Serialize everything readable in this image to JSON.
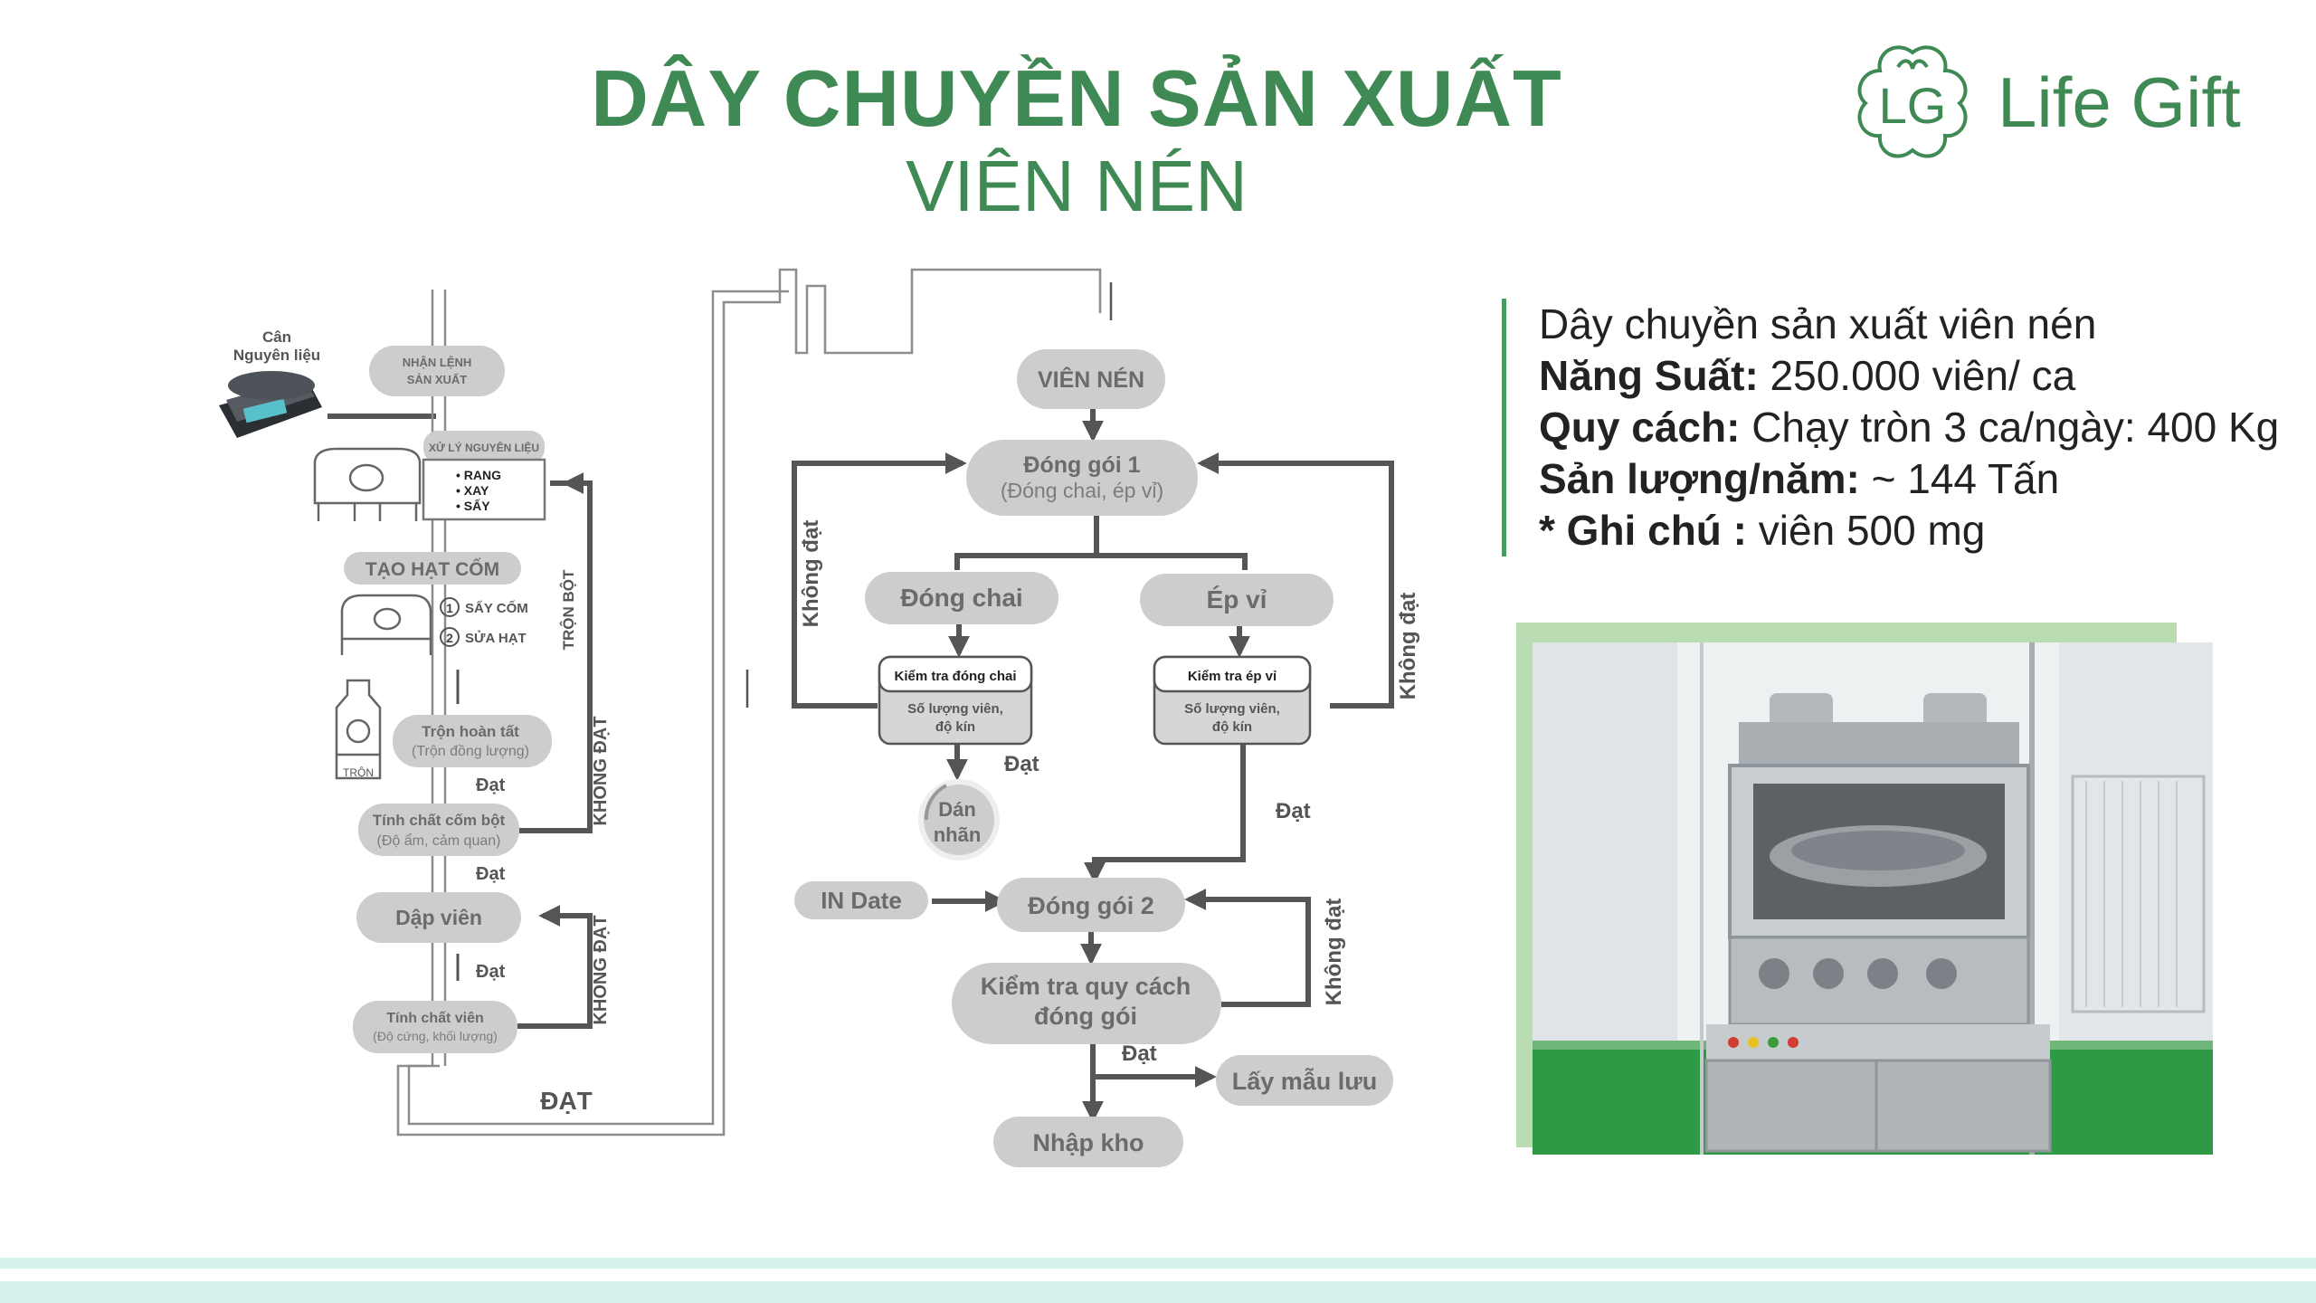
{
  "header": {
    "title": "DÂY CHUYỀN SẢN XUẤT",
    "subtitle": "VIÊN NÉN",
    "logo_text": "Life Gift",
    "logo_monogram": "LG"
  },
  "info": {
    "line1": "Dây chuyền sản xuất viên nén",
    "nang_suat_label": "Năng Suất:",
    "nang_suat_value": " 250.000 viên/ ca",
    "quy_cach_label": "Quy cách:",
    "quy_cach_value": " Chạy tròn 3 ca/ngày: 400 Kg",
    "san_luong_label": "Sản lượng/năm:",
    "san_luong_value": " ~ 144 Tấn",
    "ghi_chu_label": "* Ghi chú :",
    "ghi_chu_value": " viên 500 mg"
  },
  "left_flow": {
    "can_nguyen_lieu": [
      "Cân",
      "Nguyên liệu"
    ],
    "nhan_lenh": [
      "NHẬN LỆNH",
      "SẢN XUẤT"
    ],
    "xu_ly": "XỬ LÝ NGUYÊN LIỆU",
    "xu_ly_items": [
      "• RANG",
      "• XAY",
      "• SẤY"
    ],
    "tao_hat_com": "TẠO HẠT CỐM",
    "say_com": "SẤY CỐM",
    "sua_hat": "SỬA HẠT",
    "num1": "1",
    "num2": "2",
    "tron_bot": "TRỘN BỘT",
    "tron_label": "TRỘN",
    "tron_hoan_tat": [
      "Trộn hoàn tất",
      "(Trộn đồng lượng)"
    ],
    "dat1": "Đạt",
    "tinh_chat_com": [
      "Tính chất cốm bột",
      "(Độ ẩm, cảm quan)"
    ],
    "dat2": "Đạt",
    "dap_vien": "Dập viên",
    "dat3": "Đạt",
    "tinh_chat_vien": [
      "Tính chất viên",
      "(Độ cứng, khối lượng)"
    ],
    "khong_dat_1": "KHÔNG ĐẠT",
    "khong_dat_2": "KHÔNG ĐẠT",
    "dat_bottom": "ĐẠT"
  },
  "right_flow": {
    "vien_nen": "VIÊN NÉN",
    "dong_goi_1": "Đóng gói 1",
    "dong_goi_1_sub": "(Đóng chai, ép vỉ)",
    "dong_chai": "Đóng chai",
    "ep_vi": "Ép vỉ",
    "kiem_tra_dong_chai": "Kiểm tra đóng chai",
    "kiem_tra_ep_vi": "Kiểm tra ép vỉ",
    "so_luong_1": [
      "Số lượng viên,",
      "độ kín"
    ],
    "so_luong_2": [
      "Số lượng viên,",
      "độ kín"
    ],
    "khong_dat_left": "Không đạt",
    "khong_dat_right": "Không đạt",
    "dat_a": "Đạt",
    "dat_b": "Đạt",
    "dan_nhan": [
      "Dán",
      "nhãn"
    ],
    "in_date": "IN Date",
    "dong_goi_2": "Đóng gói 2",
    "kiem_tra_quy_cach": [
      "Kiểm tra quy cách",
      "đóng gói"
    ],
    "khong_dat_3": "Không đạt",
    "dat_c": "Đạt",
    "lay_mau_luu": "Lấy mẫu lưu",
    "nhap_kho": "Nhập kho"
  }
}
